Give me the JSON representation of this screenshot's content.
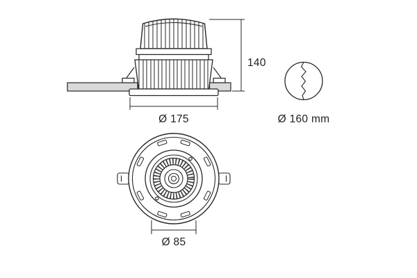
{
  "title": "Recessed downlight technical drawing",
  "colors": {
    "line": "#262626",
    "ceiling_fill": "#d9d9d9",
    "background": "#ffffff"
  },
  "views": {
    "side_section": "side elevation with ceiling section",
    "cutout_detail": "ceiling cut-out symbol",
    "front": "front (bottom) view of luminaire"
  },
  "dimensions": {
    "height": "140",
    "outer_diameter": "Ø 175",
    "cutout_diameter": "Ø 160 mm",
    "lens_diameter": "Ø 85"
  }
}
